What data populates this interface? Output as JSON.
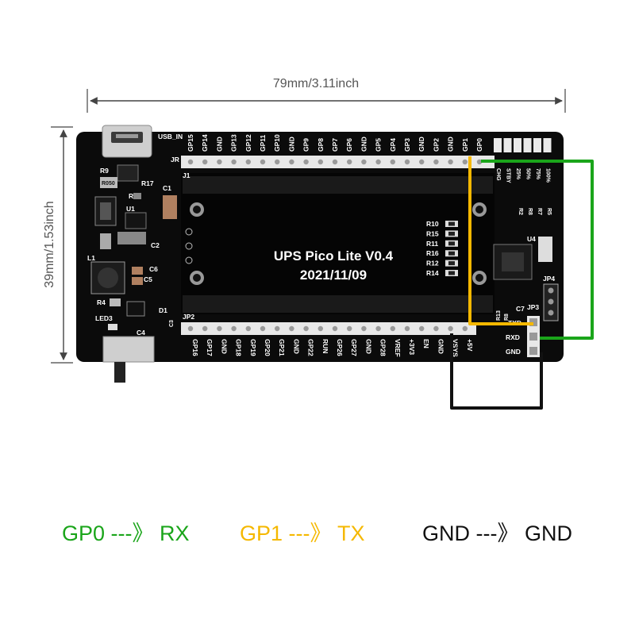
{
  "dimensions": {
    "width_label": "79mm/3.11inch",
    "height_label": "39mm/1.53inch"
  },
  "board": {
    "title": "UPS Pico Lite V0.4",
    "date": "2021/11/09",
    "usb_label": "USB_IN",
    "header_labels": {
      "jr": "JR",
      "j1": "J1",
      "jp2": "JP2",
      "jp3": "JP3",
      "jp4": "JP4",
      "u4": "U4"
    },
    "top_pins": [
      "GP15",
      "GP14",
      "GND",
      "GP13",
      "GP12",
      "GP11",
      "GP10",
      "GND",
      "GP9",
      "GP8",
      "GP7",
      "GP6",
      "GND",
      "GP5",
      "GP4",
      "GP3",
      "GND",
      "GP2",
      "GND",
      "GP1",
      "GP0"
    ],
    "bottom_pins": [
      "GP16",
      "GP17",
      "GND",
      "GP18",
      "GP19",
      "GP20",
      "GP21",
      "GND",
      "GP22",
      "RUN",
      "GP26",
      "GP27",
      "GND",
      "GP28",
      "VREF",
      "+3V3",
      "EN",
      "GND",
      "VSYS",
      "+5V"
    ],
    "resistors_right": [
      "R10",
      "R15",
      "R11",
      "R16",
      "R12",
      "R14"
    ],
    "components_left": {
      "r17": "R17",
      "r9": "R9",
      "r9_marking": "R050",
      "c1": "C1",
      "r3": "R3",
      "u1": "U1",
      "c2": "C2",
      "l1": "L1",
      "c6": "C6",
      "c5": "C5",
      "r4": "R4",
      "d1": "D1",
      "led3": "LED3",
      "c3": "C3",
      "c4": "C4"
    },
    "indicator_labels": [
      "CHG",
      "STBY",
      "25%",
      "50%",
      "75%",
      "100%"
    ],
    "right_resistor_labels": [
      "R2",
      "R8",
      "R7",
      "R5"
    ],
    "jp3_pins": {
      "pin_a": "TXD",
      "pin_b": "RXD",
      "pin_c": "GND"
    },
    "misc_labels": {
      "c7": "C7",
      "r13": "R13",
      "r8b": "R8"
    }
  },
  "wires": {
    "gp0_color": "#1aa51a",
    "gp1_color": "#f5b800",
    "gnd_color": "#111111"
  },
  "legend": {
    "gp0": {
      "text": "GP0  ---》 RX",
      "color": "#1aa51a"
    },
    "gp1": {
      "text": "GP1  ---》 TX",
      "color": "#f5b800"
    },
    "gnd": {
      "text": "GND ---》 GND",
      "color": "#111111"
    }
  }
}
